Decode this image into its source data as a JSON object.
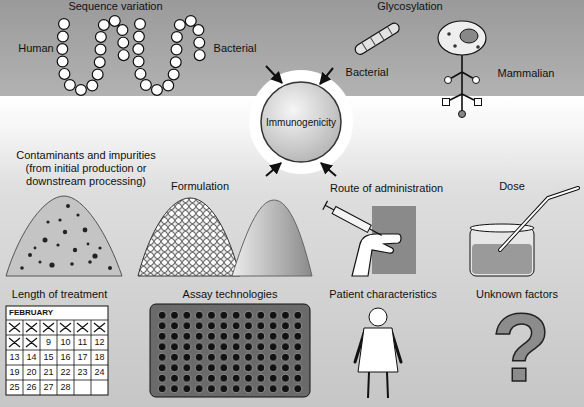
{
  "diagram": {
    "nodes": [
      {
        "text": [
          "Immunogenicity"
        ]
      }
    ],
    "labels": [
      "Sequence variation",
      "Human",
      "Bacterial",
      "Glycosylation",
      "Bacterial",
      "Mammalian",
      "Contaminants and impurities (from initial production or downstream processing)",
      "Formulation",
      "Route of administration",
      "Dose",
      "Length of treatment",
      "FEBRUARY",
      "9",
      "10",
      "11",
      "12",
      "13",
      "14",
      "15",
      "16",
      "17",
      "18",
      "19",
      "20",
      "21",
      "22",
      "23",
      "24",
      "25",
      "26",
      "27",
      "28",
      "Assay technologies",
      "Patient characteristics",
      "Unknown factors",
      "?"
    ]
  }
}
